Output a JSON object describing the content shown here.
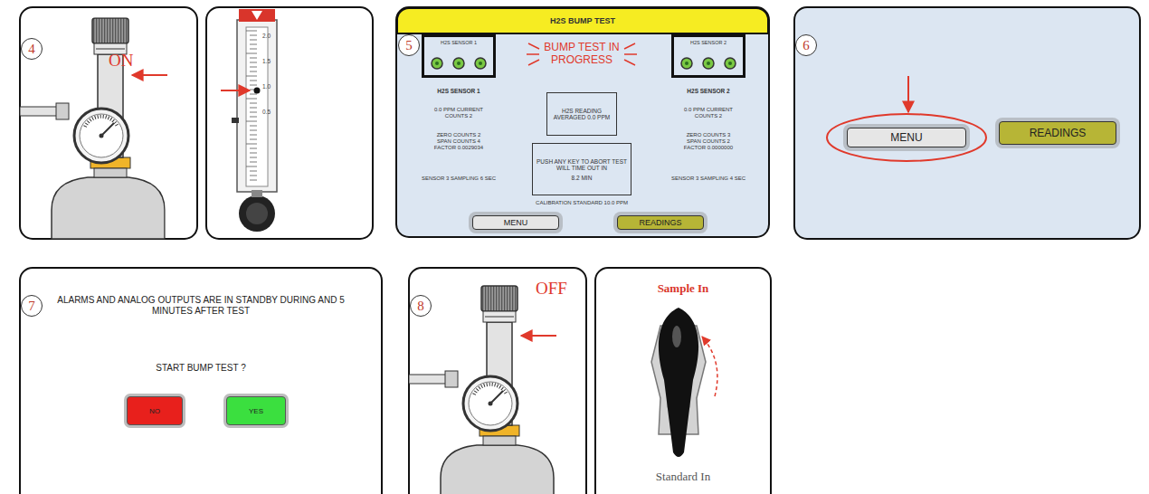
{
  "diagram": {
    "nodes": [
      {
        "text": [
          "4"
        ]
      },
      {
        "text": [
          "5"
        ]
      },
      {
        "text": [
          "H2S BUMP TEST"
        ]
      },
      {
        "text": [
          "H2S SENSOR 1"
        ]
      },
      {
        "text": [
          "H2S READING AVERAGED 0.0 PPM"
        ]
      },
      {
        "text": [
          "PUSH ANY KEY TO ABORT TEST WILL TIME OUT IN",
          "8.2 MIN"
        ]
      },
      {
        "text": [
          "H2S SENSOR 2"
        ]
      },
      {
        "text": [
          "MENU"
        ]
      },
      {
        "text": [
          "READINGS"
        ]
      },
      {
        "text": [
          "6"
        ]
      },
      {
        "text": [
          "MENU"
        ]
      },
      {
        "text": [
          "READINGS"
        ]
      },
      {
        "text": [
          "7"
        ]
      },
      {
        "text": [
          "NO"
        ]
      },
      {
        "text": [
          "YES"
        ]
      },
      {
        "text": [
          "8"
        ]
      }
    ],
    "labels": [
      "ON",
      "2.0",
      "1.5",
      "1.0",
      "0.5",
      "BUMP TEST IN PROGRESS",
      "H2S SENSOR 1",
      "0.0 PPM CURRENT COUNTS 2",
      "ZERO COUNTS 2 SPAN COUNTS 4 FACTOR 0.0029034",
      "SENSOR 3 SAMPLING 6 SEC",
      "H2S SENSOR 2",
      "0.0 PPM CURRENT COUNTS 2",
      "ZERO COUNTS 3 SPAN COUNTS 2 FACTOR 0.0000000",
      "SENSOR 3 SAMPLING 4 SEC",
      "CALIBRATION STANDARD 10.0 PPM",
      "ALARMS AND ANALOG OUTPUTS ARE IN STANDBY DURING AND 5 MINUTES AFTER TEST",
      "START BUMP TEST ?",
      "OFF",
      "Sample In",
      "Standard In"
    ]
  }
}
